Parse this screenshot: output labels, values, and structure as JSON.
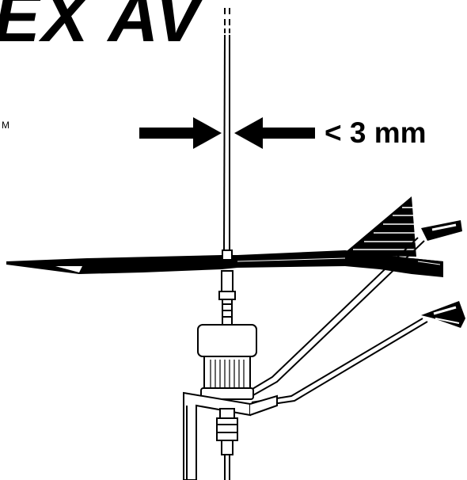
{
  "title_fragment": "EX AV",
  "side_mark": "M",
  "dimension_label": "< 3 mm",
  "colors": {
    "ink": "#000000",
    "paper": "#ffffff"
  },
  "icons": {
    "arrows": "arrow-pair-icon"
  }
}
